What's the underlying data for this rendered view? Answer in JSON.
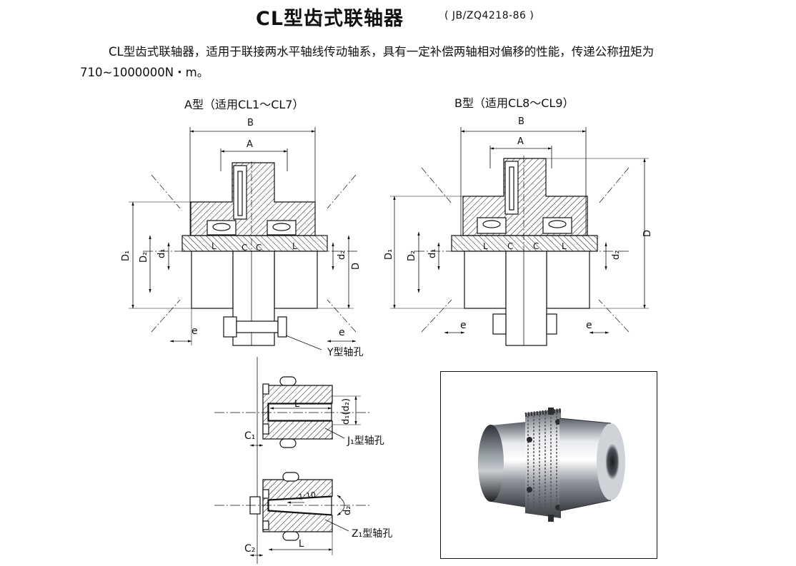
{
  "header": {
    "title": "CL型齿式联轴器",
    "standard": "( JB/ZQ4218-86 )"
  },
  "description": "CL型齿式联轴器，适用于联接两水平轴线传动轴系，具有一定补偿两轴相对偏移的性能，传递公称扭矩为710~1000000N・m。",
  "type_a": {
    "caption": "A型（适用CL1～CL7）",
    "labels": {
      "B": "B",
      "A": "A",
      "D1": "D₁",
      "D2": "D₂",
      "d1": "d₁",
      "d2": "d₂",
      "D": "D",
      "L": "L",
      "C": "C",
      "e": "e",
      "y_bore": "Y型轴孔"
    }
  },
  "type_b": {
    "caption": "B型（适用CL8～CL9）",
    "labels": {
      "B": "B",
      "A": "A",
      "D1": "D₁",
      "D2": "D₂",
      "d1": "d₁",
      "d2": "d₂",
      "D": "D",
      "L": "L",
      "C": "C",
      "e": "e"
    }
  },
  "bore_j1": {
    "labels": {
      "L": "L",
      "d1": "d₁(d₂)",
      "C1": "C₁",
      "name": "J₁型轴孔"
    }
  },
  "bore_z1": {
    "labels": {
      "taper": "1:10",
      "d2": "d₂",
      "C2": "C₂",
      "L": "L",
      "name": "Z₁型轴孔"
    }
  },
  "photo": {
    "subject": "gear-coupling-photo"
  }
}
